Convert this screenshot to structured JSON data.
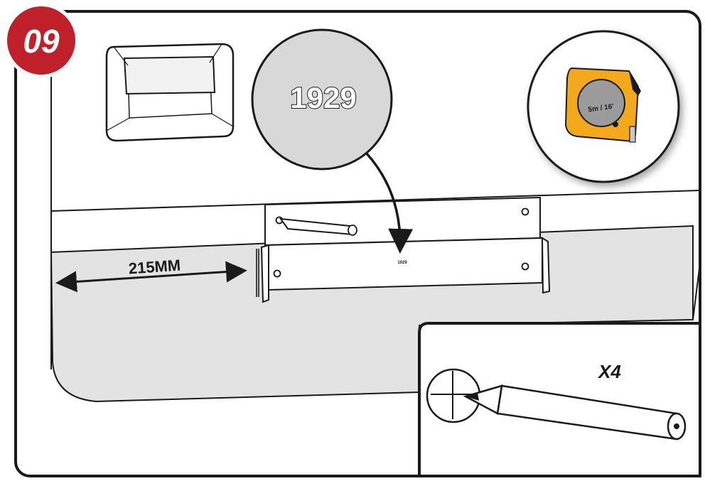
{
  "step": {
    "number": "09",
    "badge_color": "#c0202a"
  },
  "zoom_callout": {
    "code": "1929"
  },
  "tape_measure": {
    "label": "5m / 16'",
    "body_color": "#f4a81c",
    "face_color": "#9b9b9b"
  },
  "measurement": {
    "text": "215MM"
  },
  "plate": {
    "marking": "1929"
  },
  "pencil_inset": {
    "quantity": "X4"
  },
  "colors": {
    "door_panel": "#e3e3e3",
    "callout_fill": "#d8d8d8",
    "outline": "#1a1a1a"
  }
}
